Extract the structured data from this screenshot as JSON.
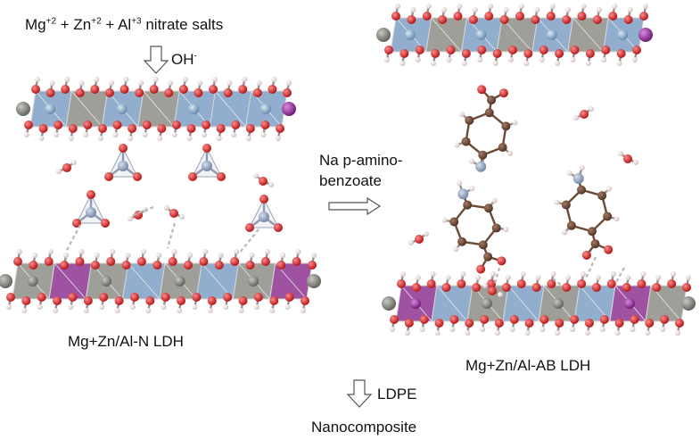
{
  "labels": {
    "reactant_mg": "Mg",
    "reactant_mg_charge": "+2",
    "reactant_zn": " + Zn",
    "reactant_zn_charge": "+2",
    "reactant_al": " + Al",
    "reactant_al_charge": "+3",
    "reactant_tail": " nitrate salts",
    "hydroxide": "OH",
    "hydroxide_charge": "-",
    "reagent_line1": "Na p-amino-",
    "reagent_line2": "benzoate",
    "nitrate_ldh": "Mg+Zn/Al-N LDH",
    "aminobenzoate_ldh": "Mg+Zn/Al-AB LDH",
    "polymer": "LDPE",
    "product": "Nanocomposite"
  },
  "colors": {
    "oxygen": "#cc1f1f",
    "hydrogen": "#f2dede",
    "nitrogen": "#8c9fb8",
    "carbon": "#6b4a38",
    "octahedron_blue": "#7a9cc4",
    "octahedron_grey": "#8a8a84",
    "octahedron_purple": "#8a2c8e",
    "metal_grey": "#7d7d78",
    "metal_blue": "#7fa6c6",
    "metal_purple": "#8a2c8e",
    "arrow": "#555555"
  }
}
